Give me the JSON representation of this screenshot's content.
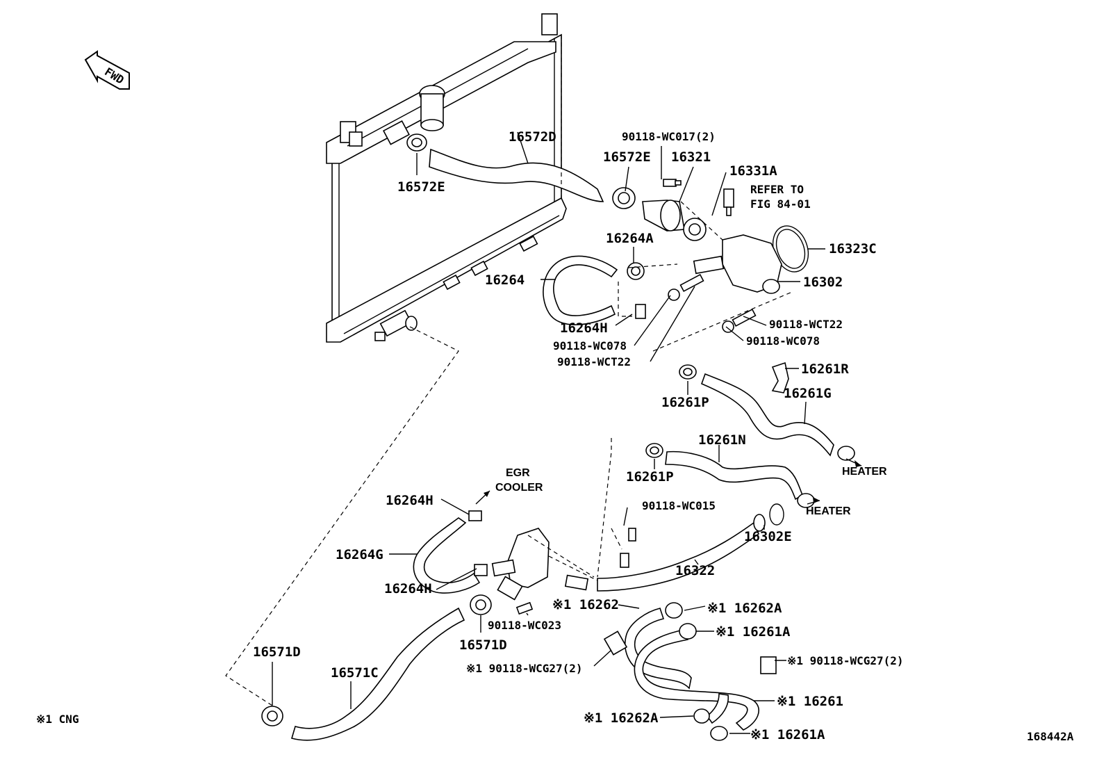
{
  "direction_marker": "FWD",
  "figure_code": "168442A",
  "footnote": "※1  CNG",
  "labels": {
    "p16572D": "16572D",
    "p16572E_left": "16572E",
    "p16572E_right": "16572E",
    "p90118_WC017": "90118-WC017(2)",
    "p16321": "16321",
    "p16331A": "16331A",
    "refer_line1": "REFER TO",
    "refer_line2": "FIG 84-01",
    "p16323C": "16323C",
    "p16264A": "16264A",
    "p16264": "16264",
    "p16302": "16302",
    "p16264H_top": "16264H",
    "p90118_WC078_left": "90118-WC078",
    "p90118_WCT22_left": "90118-WCT22",
    "p90118_WCT22_right": "90118-WCT22",
    "p90118_WC078_right": "90118-WC078",
    "p16261R": "16261R",
    "p16261P_top": "16261P",
    "p16261G": "16261G",
    "p16261N": "16261N",
    "p16261P_mid": "16261P",
    "heater_1": "HEATER",
    "heater_2": "HEATER",
    "egr_line1": "EGR",
    "egr_line2": "COOLER",
    "p16264H_mid": "16264H",
    "p90118_WC015": "90118-WC015",
    "p16302E": "16302E",
    "p16264G": "16264G",
    "p16322": "16322",
    "p16264H_low": "16264H",
    "p16262": "※1 16262",
    "p16262A_right": "※1 16262A",
    "p16261A_right": "※1 16261A",
    "p90118_WC023": "90118-WC023",
    "p16571D_mid": "16571D",
    "p90118_WCG27_left": "※1 90118-WCG27(2)",
    "p90118_WCG27_right": "※1 90118-WCG27(2)",
    "p16571D_left": "16571D",
    "p16571C": "16571C",
    "p16261": "※1 16261",
    "p16262A_low": "※1 16262A",
    "p16261A_low": "※1 16261A"
  }
}
